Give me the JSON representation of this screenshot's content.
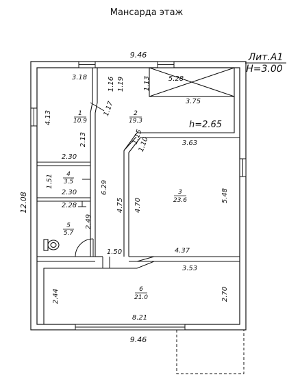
{
  "title": "Мансарда этаж",
  "lit": {
    "label": "Лит.А1",
    "height": "H=3.00"
  },
  "h_mark": "h=2.65",
  "rooms": [
    {
      "num": "1",
      "area": "10.9"
    },
    {
      "num": "2",
      "area": "19.3"
    },
    {
      "num": "3",
      "area": "23.6"
    },
    {
      "num": "4",
      "area": "3.5"
    },
    {
      "num": "5",
      "area": "5.7"
    },
    {
      "num": "6",
      "area": "21.0"
    }
  ],
  "dims": {
    "top_width": "9.46",
    "bottom_width": "9.46",
    "left_height": "12.08",
    "d318": "3.18",
    "d116": "1.16",
    "d119": "1.19",
    "d113": "1.13",
    "d528": "5.28",
    "d375": "3.75",
    "d413": "4.13",
    "d117": "1.17",
    "d213": "2.13",
    "d115": "1.15",
    "d110": "1.10",
    "d363": "3.63",
    "d230a": "2.30",
    "d151": "1.51",
    "d629": "6.29",
    "d230b": "2.30",
    "d228": "2.28",
    "d475": "4.75",
    "d470": "4.70",
    "d548": "5.48",
    "d249": "2.49",
    "d150": "1.50",
    "d437": "4.37",
    "d353": "3.53",
    "d244": "2.44",
    "d270": "2.70",
    "d821": "8.21"
  }
}
